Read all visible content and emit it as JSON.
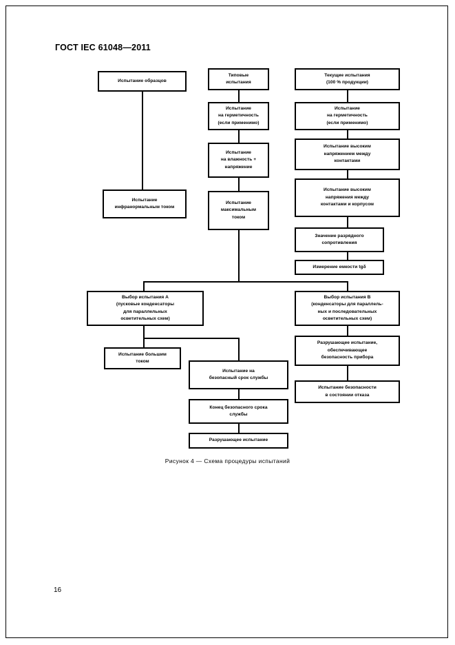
{
  "document": {
    "standard_header": "ГОСТ IEC 61048—2011",
    "page_number": "16",
    "figure_caption": "Рисунок  4 — Схема процедуры испытаний"
  },
  "flowchart": {
    "title": "Схема процедуры испытаний",
    "type": "flowchart",
    "nodes": [
      {
        "id": "n1",
        "label": "Испытание образцов"
      },
      {
        "id": "n2",
        "label": "Типовые\nиспытания"
      },
      {
        "id": "n3",
        "label": "Текущие испытания\n(100 % продукции)"
      },
      {
        "id": "n4",
        "label": "Испытание\nна герметичность\n(если применимо)"
      },
      {
        "id": "n5",
        "label": "Испытание\nна герметичность\n(если применимо)"
      },
      {
        "id": "n6",
        "label": "Испытание\nна  влажность +\nнапряжение"
      },
      {
        "id": "n7",
        "label": "Испытание высоким\nнапряжением между\nконтактами"
      },
      {
        "id": "n8",
        "label": "Испытание\nинфранормальным током"
      },
      {
        "id": "n9",
        "label": "Испытание\nмаксимальным\nтоком"
      },
      {
        "id": "n10",
        "label": "Испытание высоким\nнапряжения между\nконтактами и корпусом"
      },
      {
        "id": "n11",
        "label": "Значение разрядного\nсопротивления"
      },
      {
        "id": "n12",
        "label": "Измерение емкости tgδ"
      },
      {
        "id": "n13",
        "label": "Выбор испытания А\n(пусковые конденсаторы\nдля параллельных\nосветительных схем)"
      },
      {
        "id": "n14",
        "label": "Выбор испытания В\n(конденсаторы для параллель-\nных и последовательных\nосветительных схем)"
      },
      {
        "id": "n15",
        "label": "Испытание большим\nтоком"
      },
      {
        "id": "n16",
        "label": "Разрушающее испытание,\nобеспечивающее\nбезопасность прибора"
      },
      {
        "id": "n17",
        "label": "Испытание на\nбезопасный срок службы"
      },
      {
        "id": "n18",
        "label": "Испытание безопасности\nв состоянии отказа"
      },
      {
        "id": "n19",
        "label": "Конец безопасного срока\nслужбы"
      },
      {
        "id": "n20",
        "label": "Разрушающее испытание"
      }
    ],
    "edges": [
      {
        "from": "n1",
        "to": "n8"
      },
      {
        "from": "n2",
        "to": "n4"
      },
      {
        "from": "n4",
        "to": "n6"
      },
      {
        "from": "n6",
        "to": "n9"
      },
      {
        "from": "n3",
        "to": "n5"
      },
      {
        "from": "n5",
        "to": "n7"
      },
      {
        "from": "n7",
        "to": "n10"
      },
      {
        "from": "n10",
        "to": "n11"
      },
      {
        "from": "n11",
        "to": "n12"
      },
      {
        "from": "n9",
        "to": "n13"
      },
      {
        "from": "n9",
        "to": "n14"
      },
      {
        "from": "n13",
        "to": "n15"
      },
      {
        "from": "n13",
        "to": "n17"
      },
      {
        "from": "n14",
        "to": "n16"
      },
      {
        "from": "n16",
        "to": "n18"
      },
      {
        "from": "n17",
        "to": "n19"
      },
      {
        "from": "n19",
        "to": "n20"
      }
    ]
  },
  "colors": {
    "ink": "#000000",
    "paper": "#ffffff"
  }
}
